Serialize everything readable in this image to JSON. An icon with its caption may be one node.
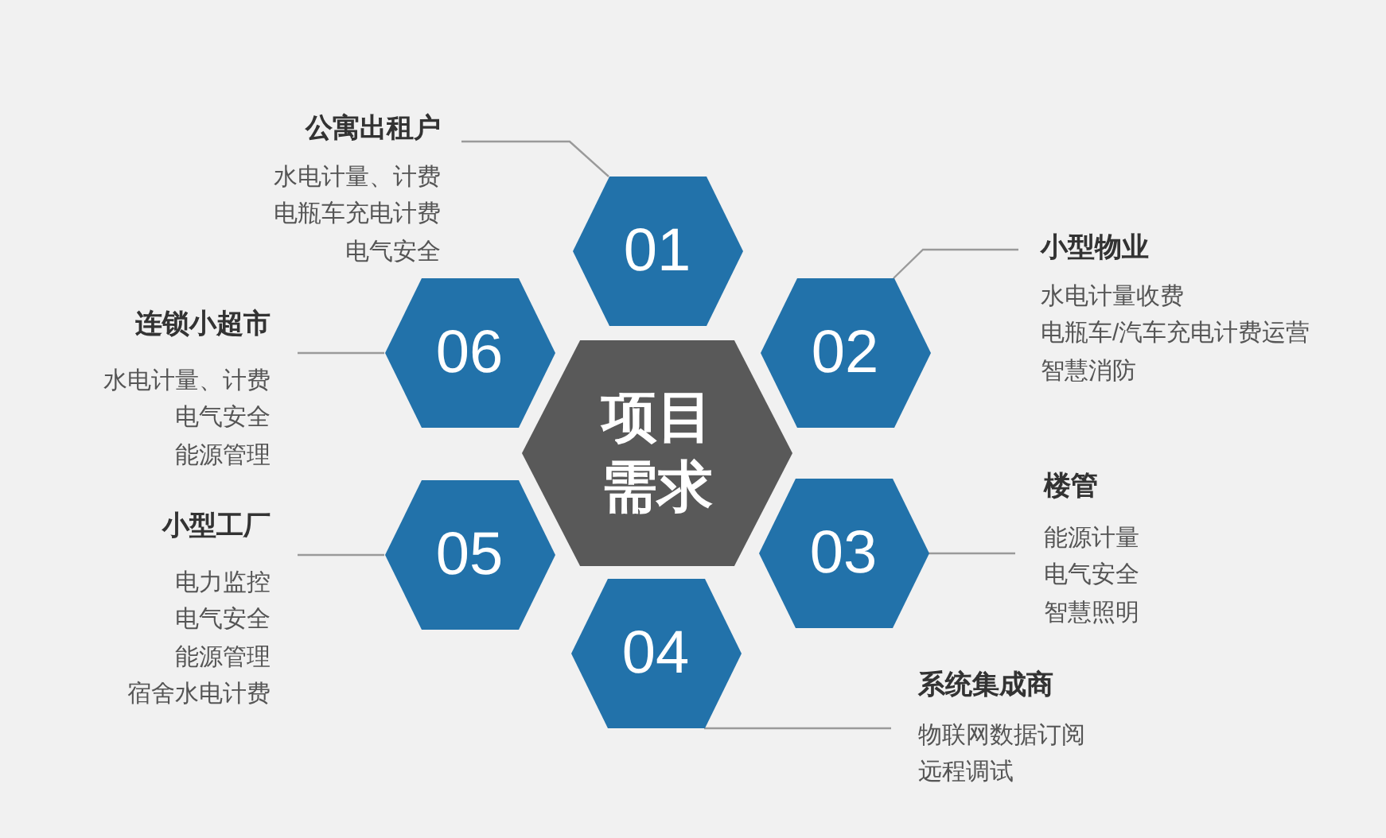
{
  "diagram": {
    "nodes": [
      {
        "text": [
          "项目需求"
        ]
      },
      {
        "text": [
          "01"
        ]
      },
      {
        "text": [
          "02"
        ]
      },
      {
        "text": [
          "03"
        ]
      },
      {
        "text": [
          "04"
        ]
      },
      {
        "text": [
          "05"
        ]
      },
      {
        "text": [
          "06"
        ]
      },
      {
        "text": [
          "公寓出租户",
          "水电计量、计费",
          "电瓶车充电计费",
          "电气安全"
        ]
      },
      {
        "text": [
          "小型物业",
          "水电计量收费",
          "电瓶车/汽车充电计费运营",
          "智慧消防"
        ]
      },
      {
        "text": [
          "楼管",
          "能源计量",
          "电气安全",
          "智慧照明"
        ]
      },
      {
        "text": [
          "系统集成商",
          "物联网数据订阅",
          "远程调试"
        ]
      },
      {
        "text": [
          "小型工厂",
          "电力监控",
          "电气安全",
          "能源管理",
          "宿舍水电计费"
        ]
      },
      {
        "text": [
          "连锁小超市",
          "水电计量、计费",
          "电气安全",
          "能源管理"
        ]
      }
    ],
    "edges": [
      {
        "from": 7,
        "to": 1,
        "arrow": "none"
      },
      {
        "from": 8,
        "to": 2,
        "arrow": "none"
      },
      {
        "from": 9,
        "to": 3,
        "arrow": "none"
      },
      {
        "from": 10,
        "to": 4,
        "arrow": "none"
      },
      {
        "from": 11,
        "to": 5,
        "arrow": "none"
      },
      {
        "from": 12,
        "to": 6,
        "arrow": "none"
      }
    ]
  }
}
